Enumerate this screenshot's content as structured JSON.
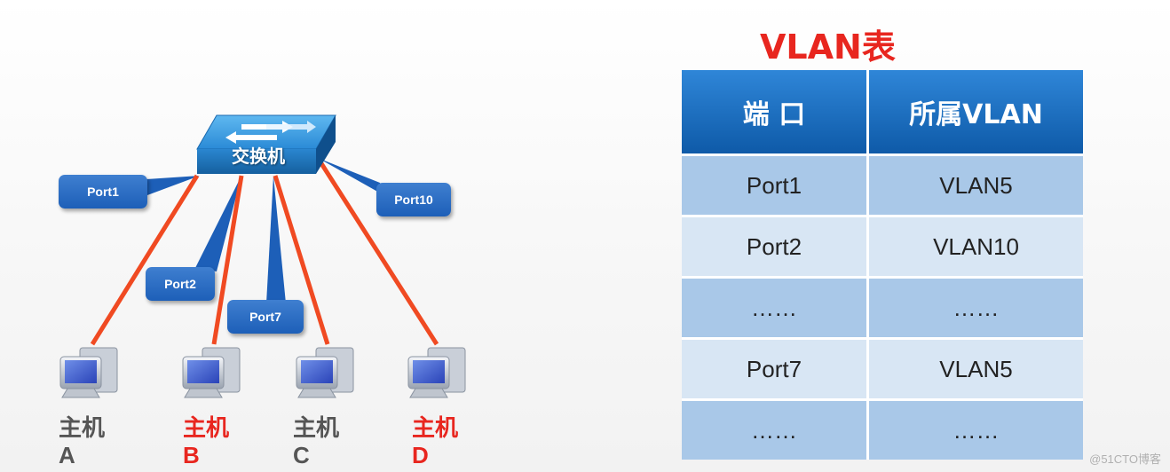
{
  "switch": {
    "label": "交换机"
  },
  "ports": [
    {
      "id": "port1",
      "label": "Port1"
    },
    {
      "id": "port2",
      "label": "Port2"
    },
    {
      "id": "port7",
      "label": "Port7"
    },
    {
      "id": "port10",
      "label": "Port10"
    }
  ],
  "hosts": [
    {
      "name": "主机",
      "letter": "A",
      "color": "#555555"
    },
    {
      "name": "主机",
      "letter": "B",
      "color": "#e8261f"
    },
    {
      "name": "主机",
      "letter": "C",
      "color": "#555555"
    },
    {
      "name": "主机",
      "letter": "D",
      "color": "#e8261f"
    }
  ],
  "link_color": "#f04a22",
  "accent_red": "#e8261f",
  "table": {
    "title": "VLAN表",
    "headers": [
      "端 口",
      "所属VLAN"
    ],
    "rows": [
      [
        "Port1",
        "VLAN5"
      ],
      [
        "Port2",
        "VLAN10"
      ],
      [
        "……",
        "……"
      ],
      [
        "Port7",
        "VLAN5"
      ],
      [
        "……",
        "……"
      ]
    ]
  },
  "watermark": "@51CTO博客"
}
